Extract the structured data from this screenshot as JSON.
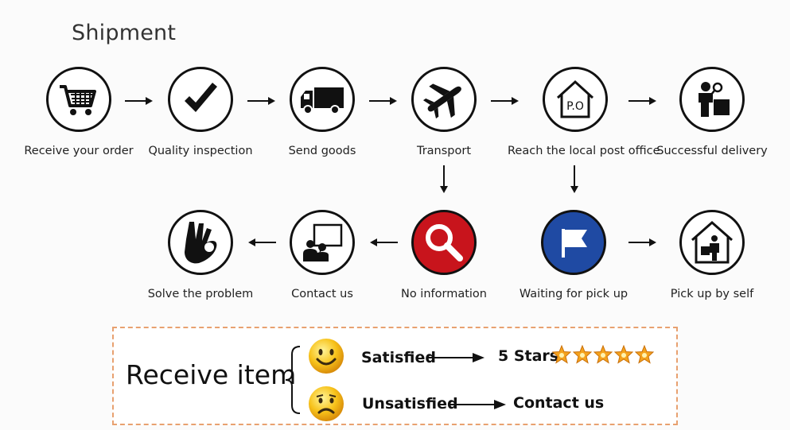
{
  "title": "Shipment",
  "nodes": [
    {
      "label": "Receive your order",
      "icon": "shopping-cart-icon"
    },
    {
      "label": "Quality inspection",
      "icon": "checkmark-icon"
    },
    {
      "label": "Send goods",
      "icon": "delivery-truck-icon"
    },
    {
      "label": "Transport",
      "icon": "airplane-icon"
    },
    {
      "label": "Reach the local post office",
      "icon": "post-office-icon"
    },
    {
      "label": "Successful delivery",
      "icon": "delivery-person-icon"
    },
    {
      "label": "Solve the problem",
      "icon": "ok-hand-icon"
    },
    {
      "label": "Contact us",
      "icon": "contact-chat-icon"
    },
    {
      "label": "No information",
      "icon": "magnifier-icon"
    },
    {
      "label": "Waiting for pick up",
      "icon": "flag-icon"
    },
    {
      "label": "Pick up by self",
      "icon": "house-pickup-icon"
    }
  ],
  "receive": {
    "heading": "Receive item",
    "satisfied": "Satisfied",
    "satisfied_result": "5 Stars",
    "star_count": 5,
    "unsatisfied": "Unsatisfied",
    "unsatisfied_result": "Contact us"
  },
  "colors": {
    "no_information": "#c8141c",
    "waiting_pickup": "#1f4aa3",
    "box_border": "#e8a170",
    "star": "#f4a21d"
  }
}
